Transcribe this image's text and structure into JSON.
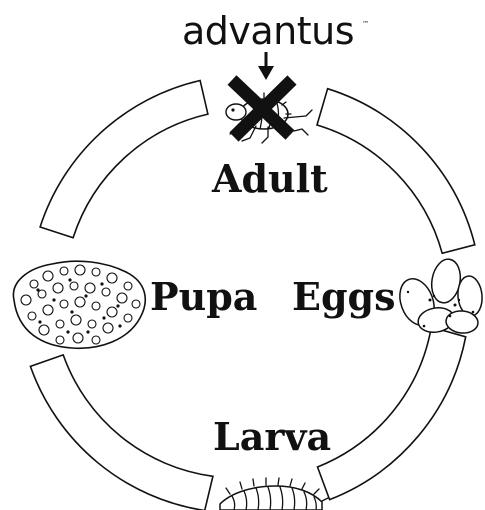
{
  "brand": {
    "name": "advantus",
    "trademark": "™"
  },
  "stages": {
    "adult": "Adult",
    "pupa": "Pupa",
    "eggs": "Eggs",
    "larva": "Larva"
  },
  "colors": {
    "ink": "#111111",
    "background": "#ffffff"
  },
  "icons": {
    "adult": "flea-icon",
    "pupa": "cocoon-icon",
    "eggs": "egg-cluster-icon",
    "larva": "larva-icon",
    "blocked": "x-mark-icon",
    "pointer": "down-arrow-icon"
  }
}
